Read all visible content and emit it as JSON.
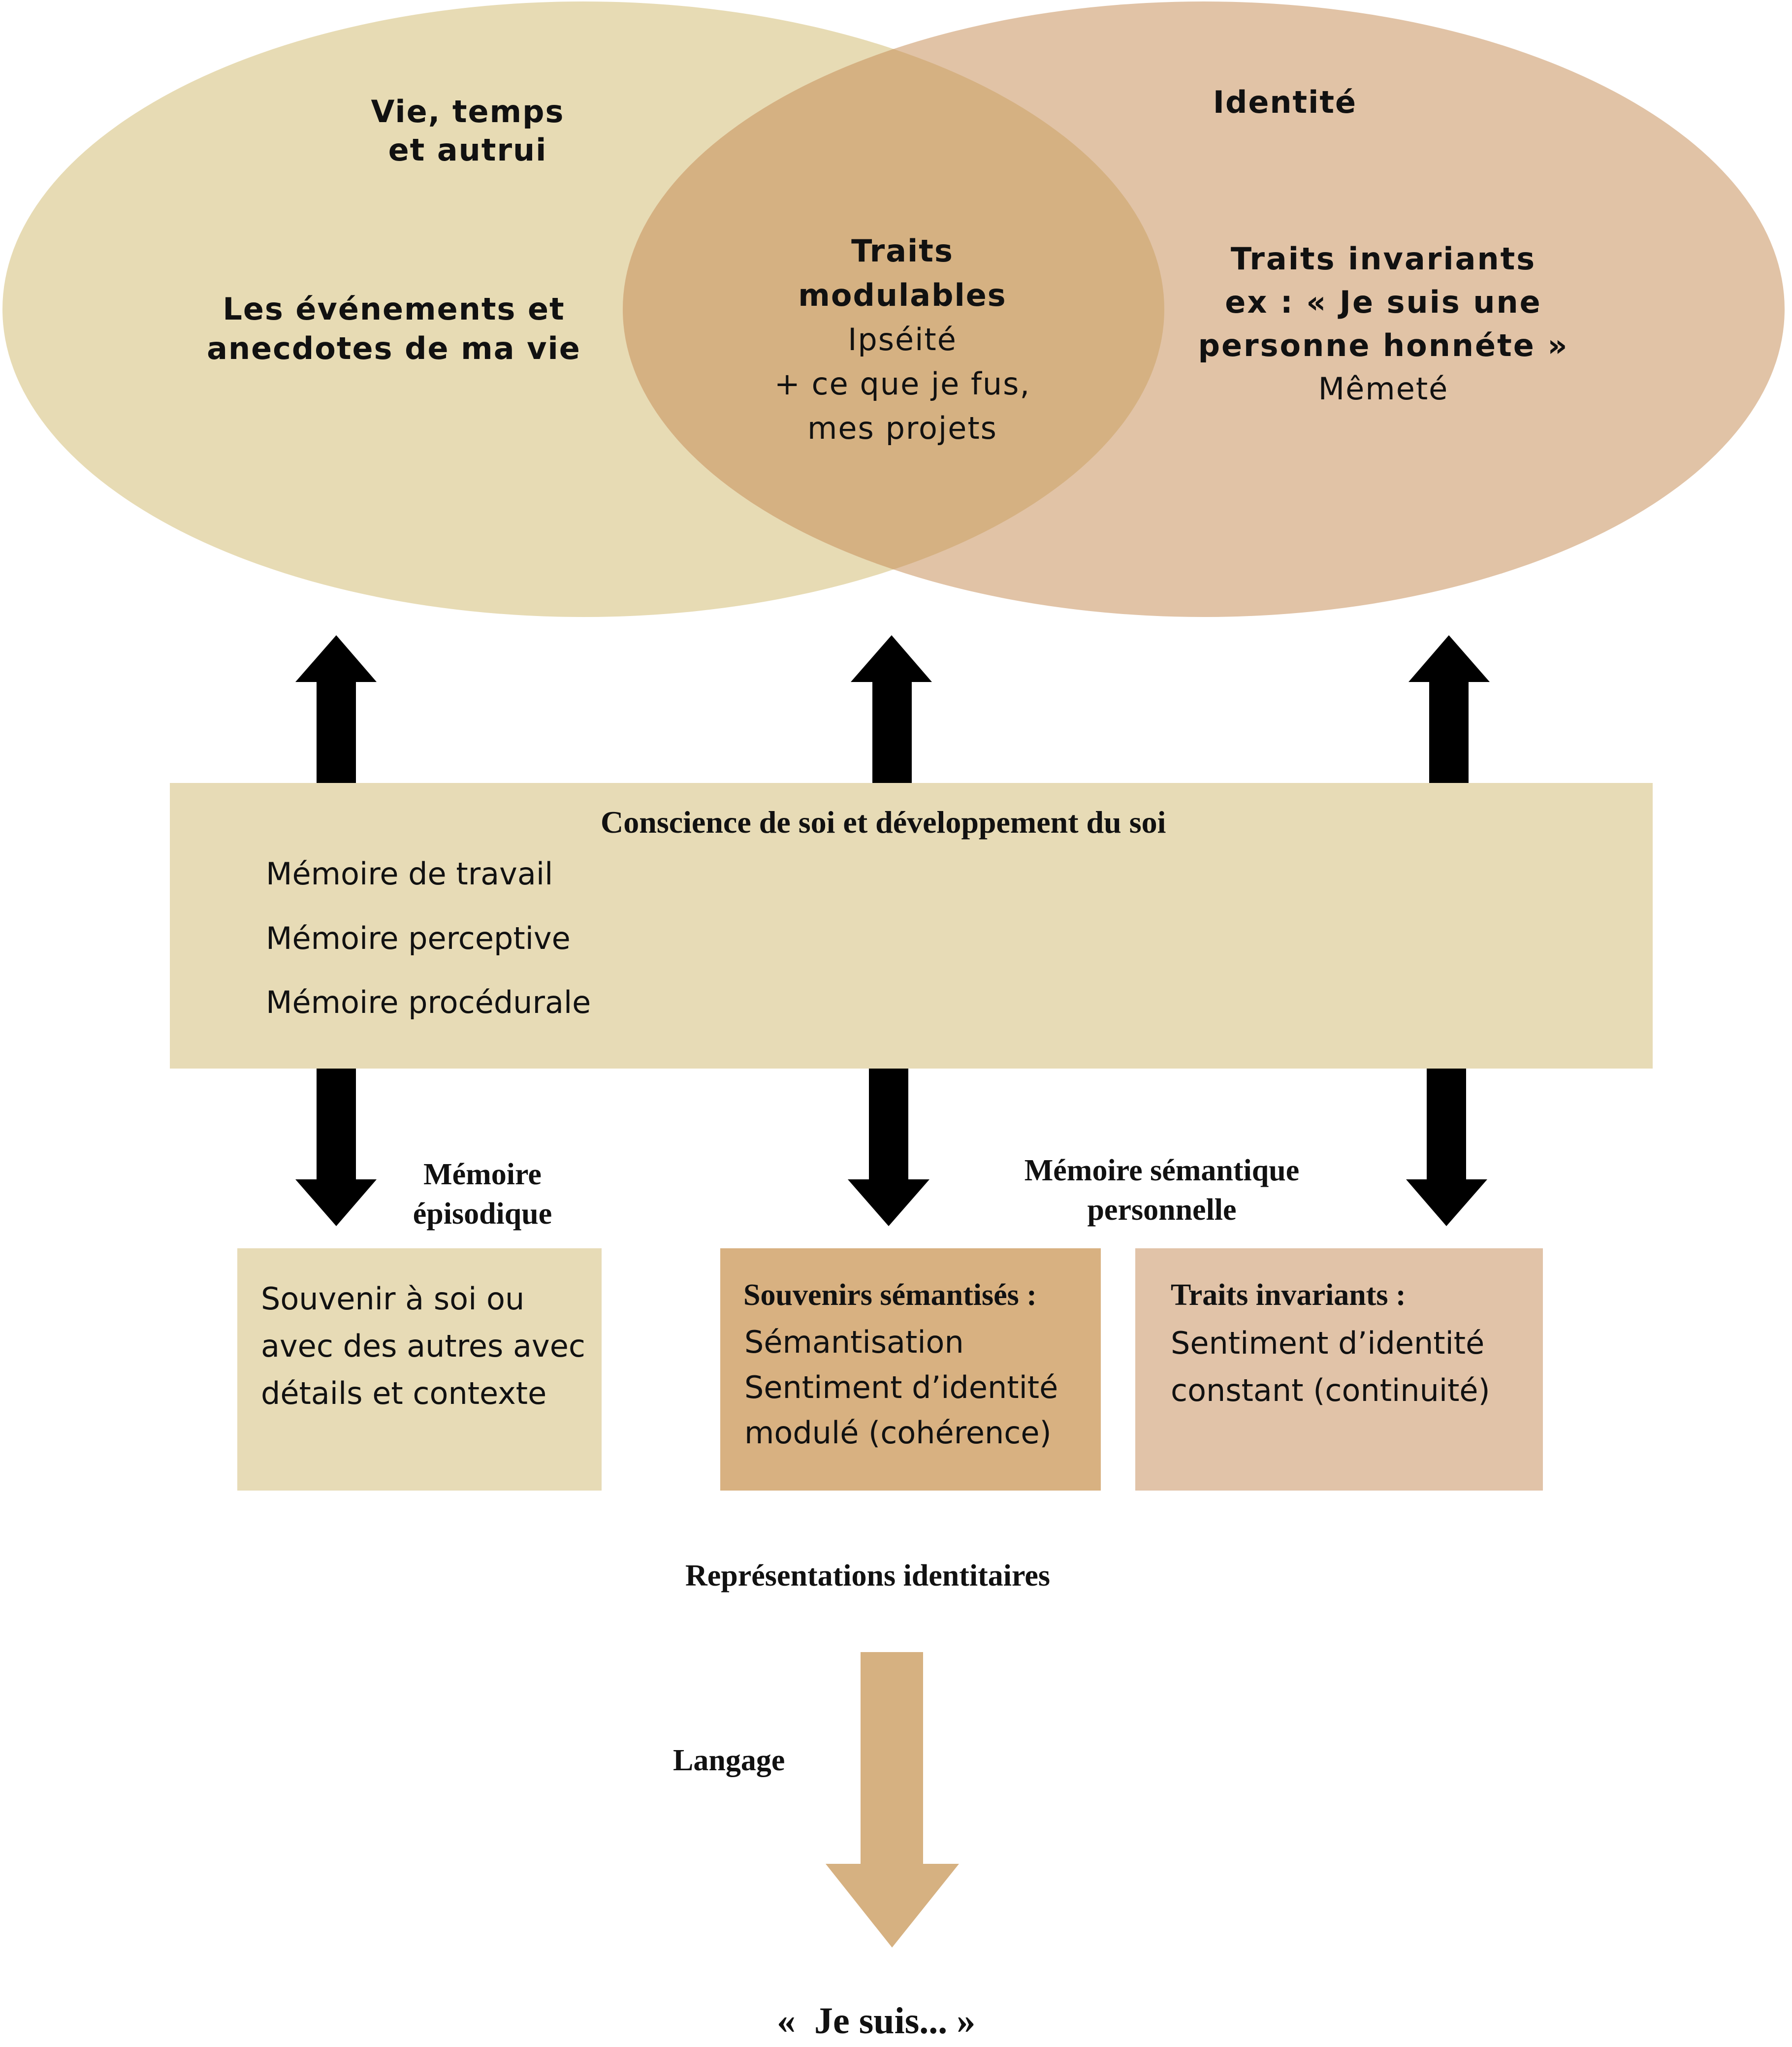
{
  "colors": {
    "left_ellipse": "#e7dbb4",
    "right_ellipse": "#e1c3a6",
    "overlap": "#d5b182",
    "band": "#e7dbb6",
    "box_episodic": "#e7dbb6",
    "box_semanticized": "#d8b181",
    "box_invariant": "#e1c3a8",
    "arrow": "#000000",
    "language_arrow": "#d6b181"
  },
  "left_ellipse": {
    "heading": [
      "Vie, temps",
      "et autrui"
    ],
    "body": [
      "Les événements et",
      "anecdotes de ma vie"
    ]
  },
  "overlap": {
    "heading": [
      "Traits",
      "modulables"
    ],
    "body": [
      "Ipséité",
      "+ ce que je fus,",
      "mes projets"
    ]
  },
  "right_ellipse": {
    "heading": "Identité",
    "body_bold": [
      "Traits invariants",
      "ex : « Je suis une",
      "personne honnéte »"
    ],
    "body": "Mêmeté"
  },
  "band": {
    "title": "Conscience de soi et développement du soi",
    "items": [
      "Mémoire de travail",
      "Mémoire perceptive",
      "Mémoire procédurale"
    ]
  },
  "labels": {
    "episodic": [
      "Mémoire",
      "épisodique"
    ],
    "semantic": [
      "Mémoire sémantique",
      "personnelle"
    ],
    "representations": "Représentations identitaires",
    "language": "Langage",
    "conclusion": "«  Je suis... »"
  },
  "boxes": {
    "episodic": [
      "Souvenir à soi ou",
      "avec des autres avec",
      "détails et contexte"
    ],
    "semanticized": {
      "title": "Souvenirs sémantisés :",
      "lines": [
        "Sémantisation",
        "Sentiment d’identité",
        "modulé (cohérence)"
      ]
    },
    "invariant": {
      "title": "Traits invariants :",
      "lines": [
        "Sentiment d’identité",
        "constant (continuité)"
      ]
    }
  }
}
